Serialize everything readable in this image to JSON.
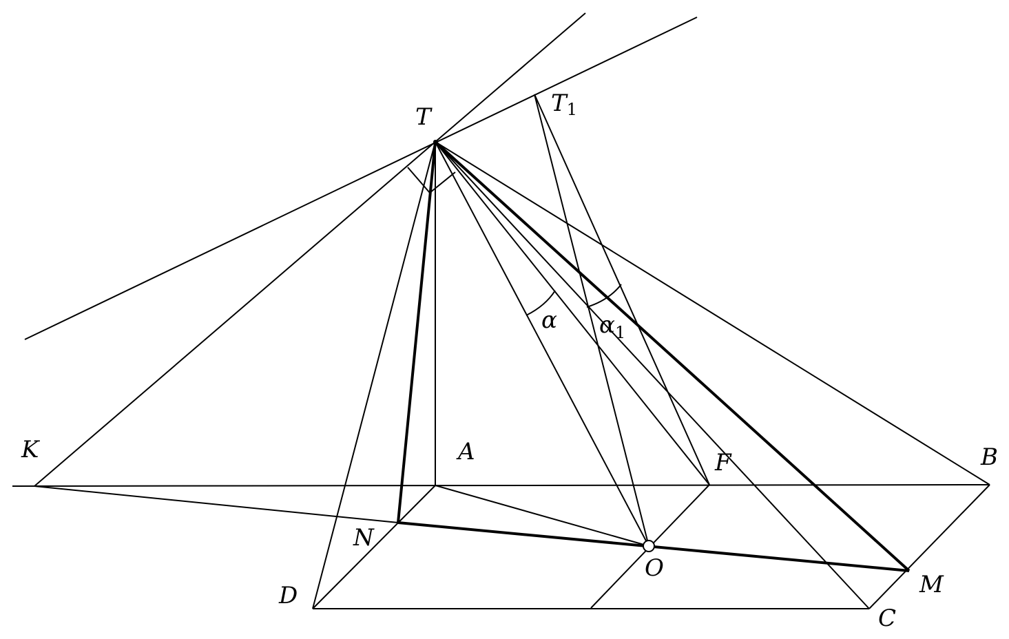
{
  "labels": {
    "T": "T",
    "T1_base": "T",
    "T1_sub": "1",
    "A": "A",
    "B": "B",
    "C": "C",
    "D": "D",
    "F": "F",
    "K": "K",
    "M": "M",
    "N": "N",
    "O": "O",
    "alpha": "α",
    "alpha1_base": "α",
    "alpha1_sub": "1"
  },
  "colors": {
    "stroke": "#000000",
    "background": "#ffffff"
  }
}
